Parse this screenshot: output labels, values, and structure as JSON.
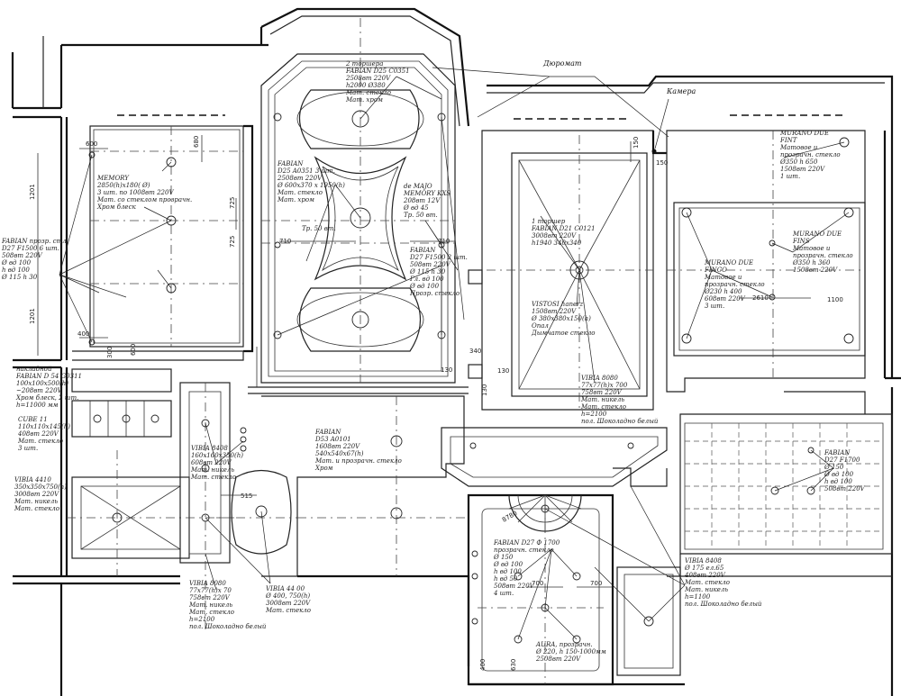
{
  "header_labels": {
    "duromat": "Дюромат",
    "camera": "Камера"
  },
  "dimensions": {
    "d600_top": "600",
    "d680": "680",
    "d1201_upper": "1201",
    "d1201_lower": "1201",
    "d400": "400",
    "d600_vert": "600",
    "d300": "300",
    "d725": "725",
    "d725b": "725",
    "d710_left": "710",
    "d710_right": "710",
    "d150": "150",
    "d150b": "150",
    "d2610": "2610",
    "d1100": "1100",
    "d340": "340",
    "d130": "130",
    "d130b": "130",
    "d130c": "130",
    "d515": "515",
    "d700": "700",
    "d700b": "700",
    "d400b": "400",
    "d8780": "8780",
    "d630": "630"
  },
  "labels": {
    "memory": [
      "MEMORY",
      "2850(h)x180( Ø)",
      "3 шт. по 1008вт  220V",
      "Мат. со стеклом прозрачн.",
      "Хром блеск"
    ],
    "fabian_left": [
      "FABIAN прозр. стл.",
      "D27 F1500 6 шт.",
      "508вт  220V",
      "Ø вд 100",
      "h вд 100",
      "Ø 115 h 30"
    ],
    "fabian_d54": [
      "накладной",
      "FABIAN D 54 G0311",
      "100x100x500(h)",
      "~208вт  220V",
      "Хром блеск, 2 шт.",
      "h=11000 мм"
    ],
    "cube11": [
      "CUBE 11",
      "110x110x145(h)",
      "408вт  220V",
      "Мат. стекло",
      "3 шт."
    ],
    "vibia4410": [
      "VIBIA 4410",
      "350x350x750(h)",
      "3008вт  220V",
      "Мат. никель",
      "Мат. стекло"
    ],
    "vibia8408a": [
      "VIBIA 8408",
      "160x160x350(h)",
      "608вт  220V",
      "Мат. никель",
      "Мат. стекло"
    ],
    "vibia8080_left": [
      "VIBIA 8080",
      "77x77(h)x 70",
      "758вт  220V",
      "Мат. никель",
      "Мат. стекло",
      "h=2100",
      "пол. Шоколадно белый"
    ],
    "vibia4400": [
      "VIBIA 44 00",
      "Ø 400, 750(h)",
      "3008вт  220V",
      "Мат. стекло"
    ],
    "fabian_d25_top": [
      "2 торшера",
      "FABIAN  D25 C0351",
      "2508вт  220V",
      "h2000  Ø380",
      "Мат. стекло",
      "Мат. хром"
    ],
    "fabian_d25_mid": [
      "FABIAN",
      "D25 A0351 3 шт.",
      "2508вт  220V",
      "Ø 600x370 x 1950(h)",
      "Мат. стекло",
      "Мат. хром"
    ],
    "demajo": [
      "de MAJO",
      "MEMORY KXS",
      "208вт  12V",
      "Ø вд 45",
      "Тр. 50 вт."
    ],
    "fabian_d27_mid": [
      "FABIAN",
      "D27 F1500 2 шт.",
      "508вт  220V",
      "Ø 115  h 30",
      "Гл. вд 100",
      "Ø вд 100",
      "Прозр. стекло"
    ],
    "tr50": "Тр. 50 вт.",
    "fabian_d53": [
      "FABIAN",
      "D53 A0101",
      "1608вт  220V",
      "540x540x67(h)",
      "Мат. и прозрачн. стекло",
      "Хром"
    ],
    "fabian_d21": [
      "1 торшер",
      "FABIAN  D21 C0121",
      "3008вт  220V",
      "h1940  340x340"
    ],
    "vistosi": [
      "VISTOSI hanerz",
      "1508вт  220V",
      "Ø 380x380x150(h)",
      "Опал",
      "Дымчатое стекло"
    ],
    "vibia8080_mid": [
      "VIBIA 8080",
      "77x77(h)x 700",
      "758вт  220V",
      "Мат. никель",
      "Мат. стекло",
      "h=2100",
      "пол. Шоколадно белый"
    ],
    "murano_fint": [
      "MURANO DUE",
      "FINT",
      "Матовое и",
      "прозрачн. стекло",
      "Ø350  h 650",
      "1508вт  220V",
      "1 шт."
    ],
    "murano_fins": [
      "MURANO DUE",
      "FINS",
      "Матовое и",
      "прозрачн. стекло",
      "Ø350  h 360",
      "1508вт  220V"
    ],
    "murano_finco": [
      "MURANO DUE",
      "FINCO",
      "Матовое и",
      "прозрачн. стекло",
      "Ø230  h 400",
      "608вт  220V",
      "3 шт."
    ],
    "fabian_d27_right": [
      "FABIAN",
      "D27 F1700",
      "Ø 150",
      "Ø вд 100",
      "h вд 100",
      "508вт  220V"
    ],
    "fabian_d27_low": [
      "FABIAN  D27  Ф 1700",
      "прозрачн. стекло",
      "Ø 150",
      "Ø вд 100",
      "h вд 100",
      "h вд 50",
      "508вт  220V",
      "4 шт."
    ],
    "vibia8408b": [
      "VIBIA 8408",
      "Ø 175  ел.65",
      "408вт  220V",
      "Мат. стекло",
      "Мат. никель",
      "h=1100",
      "пол. Шоколадно белый"
    ],
    "aura": [
      "AURA, прозрачн.",
      "Ø 220, h 150-1000мм",
      "2508вт  220V"
    ]
  }
}
